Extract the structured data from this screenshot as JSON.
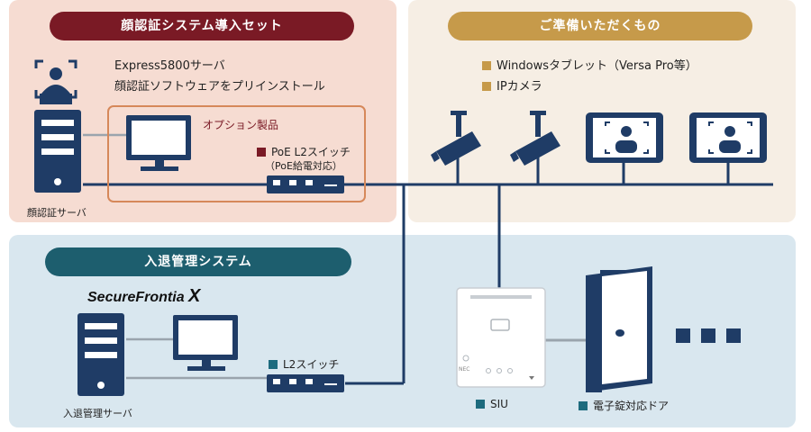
{
  "colors": {
    "face_panel": "#f6dcd2",
    "prep_panel": "#f6eee4",
    "access_panel": "#d9e7ef",
    "face_title_bg": "#7a1a25",
    "prep_title_bg": "#c69a4a",
    "access_title_bg": "#1d5e6e",
    "navy": "#1f3c66",
    "maroon_square": "#7a1a25",
    "gold_square": "#c69a4a",
    "teal_square": "#1d6b7e",
    "line": "#1f3c66"
  },
  "face_set": {
    "title": "顔認証システム導入セット",
    "desc_line1": "Express5800サーバ",
    "desc_line2": "顔認証ソフトウェアをプリインストール",
    "option_label": "オプション製品",
    "switch_label_line1": "PoE L2スイッチ",
    "switch_label_line2": "（PoE給電対応）",
    "server_label": "顔認証サーバ",
    "icons": [
      "face-scan-icon",
      "server-icon",
      "monitor-icon",
      "switch-icon"
    ]
  },
  "prep": {
    "title": "ご準備いただくもの",
    "item1": "Windowsタブレット（Versa Pro等）",
    "item2": "IPカメラ",
    "icons": [
      "ip-camera-icon",
      "ip-camera-icon",
      "tablet-face-icon",
      "tablet-face-icon"
    ]
  },
  "access": {
    "title": "入退管理システム",
    "logo_text": "SecureFrontia",
    "logo_x": "X",
    "switch_label": "L2スイッチ",
    "server_label": "入退管理サーバ",
    "siu_label": "SIU",
    "siu_brand": "NEC",
    "door_label": "電子錠対応ドア",
    "icons": [
      "server-icon",
      "monitor-icon",
      "switch-icon",
      "siu-device-icon",
      "door-icon",
      "ellipsis-icon"
    ]
  }
}
